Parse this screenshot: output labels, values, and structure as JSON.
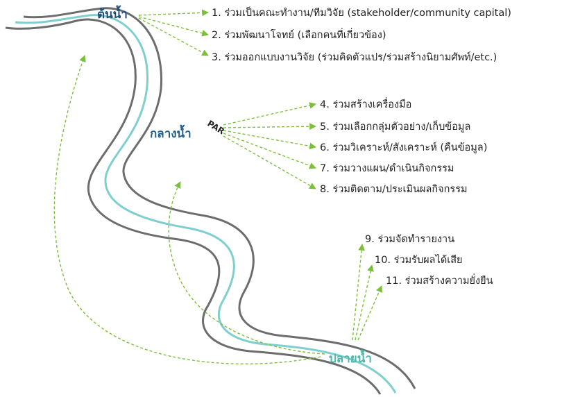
{
  "zones": {
    "upstream": {
      "label": "ต้นน้ำ",
      "color": "#1f4e79"
    },
    "midstream": {
      "label": "กลางน้ำ",
      "color": "#1f5f8b"
    },
    "downstream": {
      "label": "ปลายน้ำ",
      "color": "#4cb8a8"
    }
  },
  "par_label": "PAR",
  "items": [
    "1. ร่วมเป็นคณะทำงาน/ทีมวิจัย (stakeholder/community capital)",
    "2. ร่วมพัฒนาโจทย์ (เลือกคนที่เกี่ยวข้อง)",
    "3. ร่วมออกแบบงานวิจัย (ร่วมคิดตัวแปร/ร่วมสร้างนิยามศัพท์/etc.)",
    "4. ร่วมสร้างเครื่องมือ",
    "5. ร่วมเลือกกลุ่มตัวอย่าง/เก็บข้อมูล",
    "6. ร่วมวิเคราะห์/สังเคราะห์ (คืนข้อมูล)",
    "7. ร่วมวางแผน/ดำเนินกิจกรรม",
    "8. ร่วมติดตาม/ประเมินผลกิจกรรม",
    "9. ร่วมจัดทำรายงาน",
    "10. ร่วมรับผลได้เสีย",
    "11. ร่วมสร้างความยั่งยืน"
  ],
  "colors": {
    "river_bank": "#6d6d6d",
    "river_center": "#7fcfcf",
    "arrow": "#7cbf3a"
  }
}
